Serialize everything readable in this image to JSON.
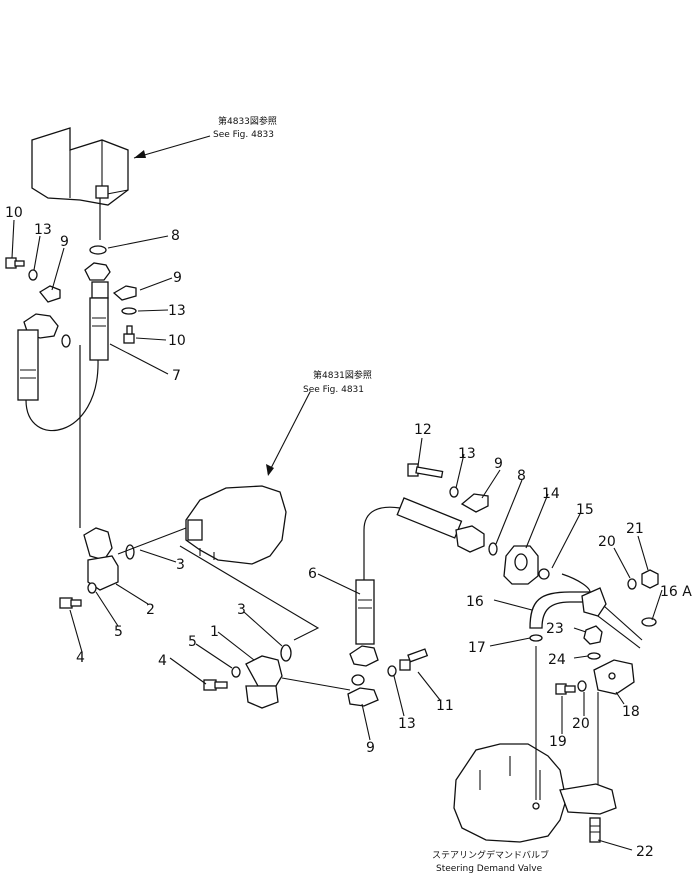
{
  "refs": {
    "fig4833_jp": "第4833図参照",
    "fig4833_en": "See Fig. 4833",
    "fig4831_jp": "第4831図参照",
    "fig4831_en": "See Fig. 4831",
    "valve_jp": "ステアリングデマンドバルブ",
    "valve_en": "Steering Demand Valve"
  },
  "callouts": [
    {
      "label": "10"
    },
    {
      "label": "13"
    },
    {
      "label": "9"
    },
    {
      "label": "8"
    },
    {
      "label": "9"
    },
    {
      "label": "13"
    },
    {
      "label": "10"
    },
    {
      "label": "7"
    },
    {
      "label": "3"
    },
    {
      "label": "2"
    },
    {
      "label": "5"
    },
    {
      "label": "4"
    },
    {
      "label": "3"
    },
    {
      "label": "1"
    },
    {
      "label": "5"
    },
    {
      "label": "4"
    },
    {
      "label": "9"
    },
    {
      "label": "13"
    },
    {
      "label": "11"
    },
    {
      "label": "6"
    },
    {
      "label": "12"
    },
    {
      "label": "13"
    },
    {
      "label": "9"
    },
    {
      "label": "8"
    },
    {
      "label": "14"
    },
    {
      "label": "15"
    },
    {
      "label": "21"
    },
    {
      "label": "20"
    },
    {
      "label": "16 A"
    },
    {
      "label": "16"
    },
    {
      "label": "17"
    },
    {
      "label": "23"
    },
    {
      "label": "24"
    },
    {
      "label": "20"
    },
    {
      "label": "18"
    },
    {
      "label": "19"
    },
    {
      "label": "22"
    }
  ]
}
